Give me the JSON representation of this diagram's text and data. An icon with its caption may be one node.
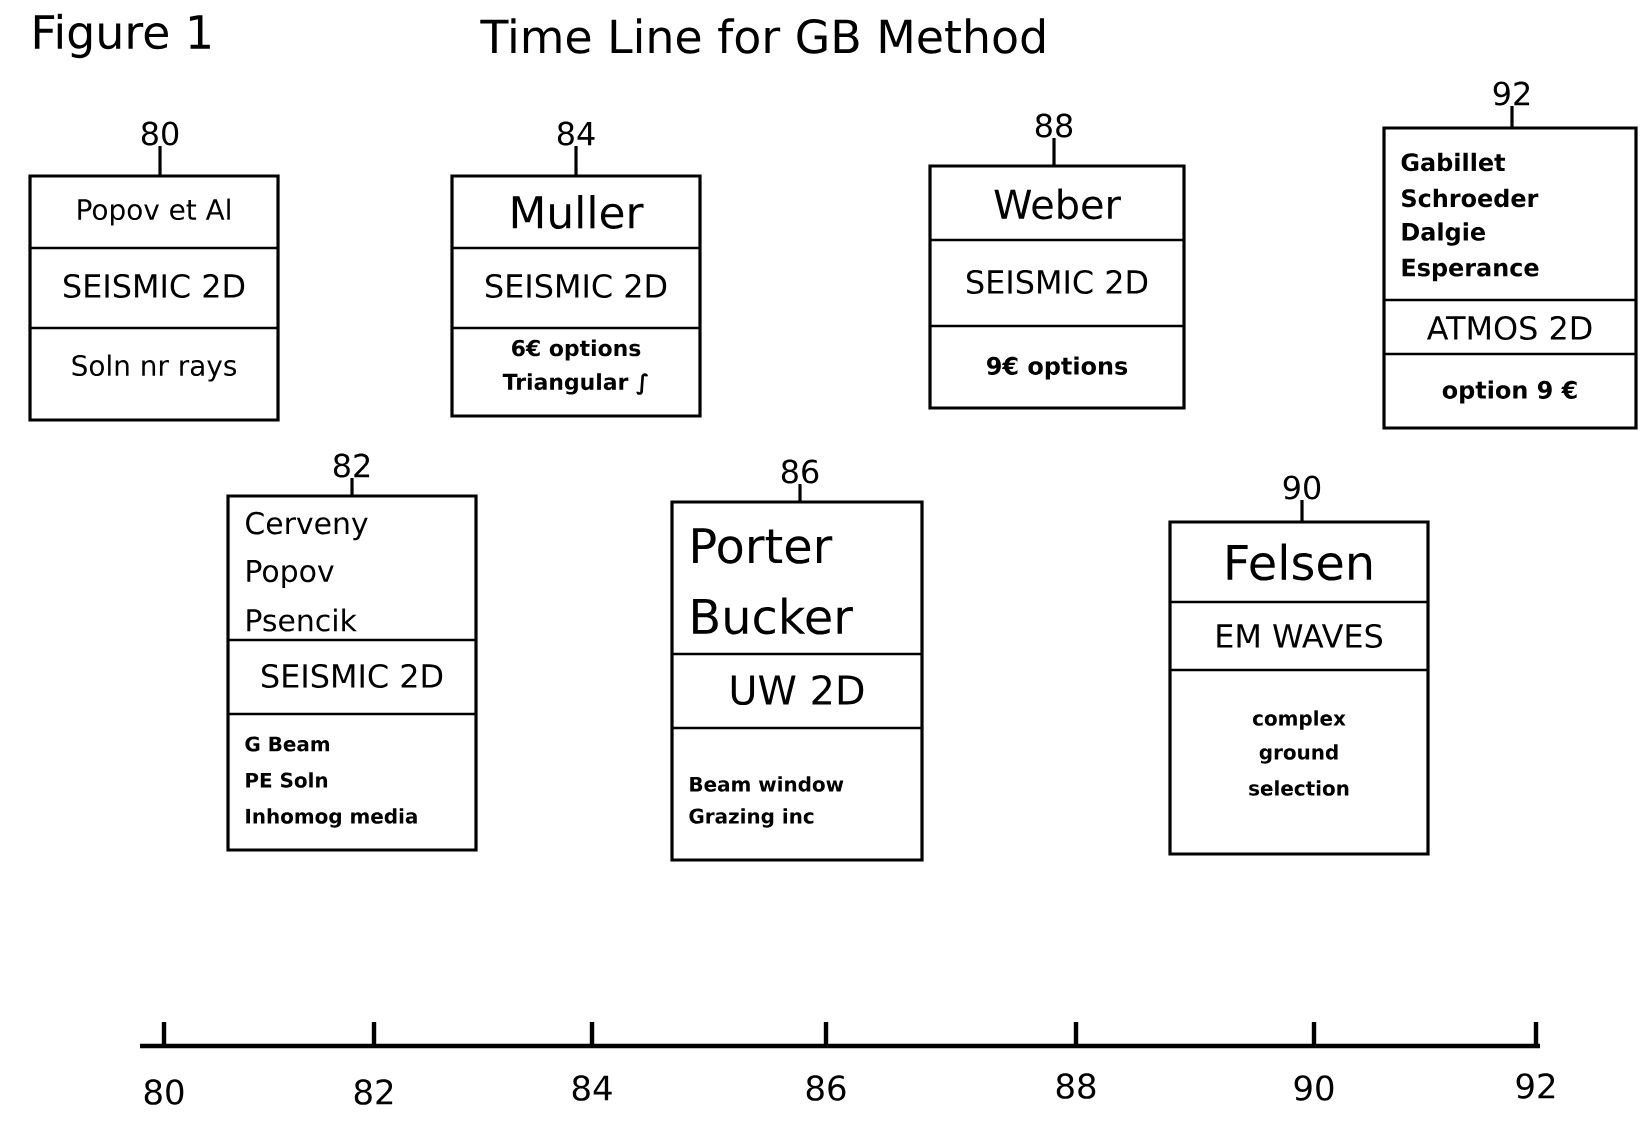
{
  "diagram": {
    "title": "Time Line for GB Method",
    "nodes": [
      {
        "text": [
          "Popov et Al",
          "SEISMIC 2D",
          "Soln nr rays"
        ],
        "beside": [
          "80"
        ]
      },
      {
        "text": [
          "Muller",
          "SEISMIC 2D",
          "6€ options",
          "Triangular ∫"
        ],
        "beside": [
          "84"
        ]
      },
      {
        "text": [
          "Cerveny",
          "Popov",
          "Psencik",
          "SEISMIC 2D",
          "G Beam",
          "PE Soln",
          "Inhomog media"
        ],
        "beside": [
          "82"
        ]
      },
      {
        "text": [
          "Porter",
          "Bucker",
          "UW 2D",
          "Beam window",
          "Grazing inc"
        ],
        "beside": [
          "86"
        ]
      },
      {
        "text": [
          "Weber",
          "SEISMIC 2D",
          "9€ options"
        ],
        "beside": [
          "88"
        ]
      },
      {
        "text": [
          "Felsen",
          "EM WAVES",
          "complex",
          "ground",
          "selection"
        ],
        "beside": [
          "90"
        ]
      },
      {
        "text": [
          "Gabillet",
          "Schroeder",
          "Dalgie",
          "Esperance",
          "ATMOS 2D",
          "option 9 €"
        ],
        "beside": [
          "92"
        ]
      }
    ],
    "labels": [
      "Figure 1",
      "80",
      "82",
      "84",
      "86",
      "88",
      "90",
      "92"
    ]
  }
}
